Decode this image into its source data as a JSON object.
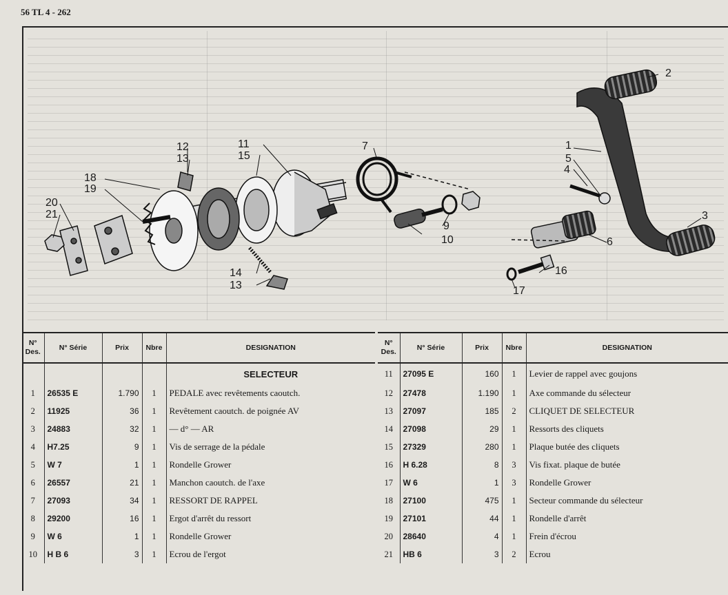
{
  "page_ref": "56 TL 4 - 262",
  "callouts": [
    "1",
    "2",
    "3",
    "4",
    "5",
    "6",
    "7",
    "9",
    "10",
    "11",
    "12",
    "13",
    "13",
    "14",
    "15",
    "16",
    "17",
    "18",
    "19",
    "20",
    "21"
  ],
  "table_headers": {
    "num": "N° Des.",
    "serie": "N° Série",
    "prix": "Prix",
    "nbre": "Nbre",
    "designation": "DESIGNATION"
  },
  "section_title": "SELECTEUR",
  "left_rows": [
    {
      "num": "1",
      "serie": "26535 E",
      "prix": "1.790",
      "nbre": "1",
      "des": "PEDALE avec revêtements caoutch."
    },
    {
      "num": "2",
      "serie": "11925",
      "prix": "36",
      "nbre": "1",
      "des": "Revêtement caoutch. de poignée AV"
    },
    {
      "num": "3",
      "serie": "24883",
      "prix": "32",
      "nbre": "1",
      "des": "—          d°          —          AR"
    },
    {
      "num": "4",
      "serie": "H7.25",
      "prix": "9",
      "nbre": "1",
      "des": "Vis de serrage de la pédale"
    },
    {
      "num": "5",
      "serie": "W 7",
      "prix": "1",
      "nbre": "1",
      "des": "Rondelle Grower"
    },
    {
      "num": "6",
      "serie": "26557",
      "prix": "21",
      "nbre": "1",
      "des": "Manchon caoutch. de l'axe"
    },
    {
      "num": "7",
      "serie": "27093",
      "prix": "34",
      "nbre": "1",
      "des": "RESSORT DE RAPPEL"
    },
    {
      "num": "8",
      "serie": "29200",
      "prix": "16",
      "nbre": "1",
      "des": "Ergot d'arrêt du ressort"
    },
    {
      "num": "9",
      "serie": "W 6",
      "prix": "1",
      "nbre": "1",
      "des": "Rondelle Grower"
    },
    {
      "num": "10",
      "serie": "H B 6",
      "prix": "3",
      "nbre": "1",
      "des": "Ecrou de l'ergot"
    }
  ],
  "right_rows": [
    {
      "num": "11",
      "serie": "27095 E",
      "prix": "160",
      "nbre": "1",
      "des": "Levier de rappel avec goujons"
    },
    {
      "num": "12",
      "serie": "27478",
      "prix": "1.190",
      "nbre": "1",
      "des": "Axe commande du sélecteur"
    },
    {
      "num": "13",
      "serie": "27097",
      "prix": "185",
      "nbre": "2",
      "des": "CLIQUET DE SELECTEUR"
    },
    {
      "num": "14",
      "serie": "27098",
      "prix": "29",
      "nbre": "1",
      "des": "Ressorts des cliquets"
    },
    {
      "num": "15",
      "serie": "27329",
      "prix": "280",
      "nbre": "1",
      "des": "Plaque butée des cliquets"
    },
    {
      "num": "16",
      "serie": "H 6.28",
      "prix": "8",
      "nbre": "3",
      "des": "Vis fixat. plaque de butée"
    },
    {
      "num": "17",
      "serie": "W 6",
      "prix": "1",
      "nbre": "3",
      "des": "Rondelle Grower"
    },
    {
      "num": "18",
      "serie": "27100",
      "prix": "475",
      "nbre": "1",
      "des": "Secteur commande du sélecteur"
    },
    {
      "num": "19",
      "serie": "27101",
      "prix": "44",
      "nbre": "1",
      "des": "Rondelle d'arrêt"
    },
    {
      "num": "20",
      "serie": "28640",
      "prix": "4",
      "nbre": "1",
      "des": "Frein d'écrou"
    },
    {
      "num": "21",
      "serie": "HB 6",
      "prix": "3",
      "nbre": "2",
      "des": "Ecrou"
    }
  ]
}
